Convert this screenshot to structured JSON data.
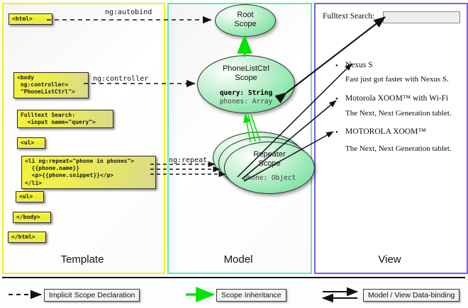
{
  "columns": [
    {
      "key": "template",
      "label": "Template",
      "border_color": "#f2f21a"
    },
    {
      "key": "model",
      "label": "Model",
      "border_color": "#5cf0a8"
    },
    {
      "key": "view",
      "label": "View",
      "border_color": "#7b5cf0"
    }
  ],
  "template": {
    "boxes": [
      {
        "name": "html-open-box",
        "text": "<html>"
      },
      {
        "name": "body-controller-box",
        "text": "<body\n ng:controller=\n \"PhoneListCtrl\">"
      },
      {
        "name": "fulltext-search-box",
        "text": "Fulltext Search:\n  <input name=\"query\">"
      },
      {
        "name": "ul-open-box",
        "text": "<ul>"
      },
      {
        "name": "li-repeat-box",
        "text": "<li ng:repeat=\"phone in phones\">\n  {{phone.name}}\n  <p>{{phone.snippet}}</p>\n</li>"
      },
      {
        "name": "ul-close-box",
        "text": "<ul>"
      },
      {
        "name": "body-close-box",
        "text": "</body>"
      },
      {
        "name": "html-close-box",
        "text": "</html>"
      }
    ]
  },
  "edge_labels": [
    {
      "name": "ng-autobind-label",
      "text": "ng:autobind"
    },
    {
      "name": "ng-controller-label",
      "text": "ng:controller"
    },
    {
      "name": "ng-repeat-label",
      "text": "ng:repeat"
    }
  ],
  "model": {
    "scopes": [
      {
        "name": "root-scope",
        "title_line1": "Root",
        "title_line2": "Scope",
        "attrs": []
      },
      {
        "name": "phonelistctrl-scope",
        "title_line1": "PhoneListCtrl",
        "title_line2": "Scope",
        "attrs": [
          {
            "text": "query: String",
            "style": "bold"
          },
          {
            "text": "phones: Array",
            "style": "dim"
          }
        ]
      },
      {
        "name": "repeater-scope",
        "title_line1": "Repeater",
        "title_line2": "Scope",
        "attrs": [
          {
            "text": "phone: Object",
            "style": "dim"
          }
        ]
      }
    ]
  },
  "view": {
    "search_label": "Fulltext Search:",
    "search_value": "",
    "search_placeholder": "",
    "items": [
      {
        "name": "Nexus S",
        "snippet": "Fast just got faster with Nexus S."
      },
      {
        "name": "Motorola XOOM™  with Wi-Fi",
        "snippet": "The Next, Next Generation tablet."
      },
      {
        "name": "MOTOROLA XOOM™",
        "snippet": "The Next, Next Generation tablet."
      }
    ]
  },
  "legend": [
    {
      "name": "legend-implicit-scope",
      "label": "Implicit Scope Declaration",
      "arrow": "dashed-black",
      "color": "#111111"
    },
    {
      "name": "legend-scope-inheritance",
      "label": "Scope Inheritance",
      "arrow": "solid-green",
      "color": "#00e500"
    },
    {
      "name": "legend-data-binding",
      "label": "Model / View Data-binding",
      "arrow": "double-black",
      "color": "#111111"
    }
  ]
}
